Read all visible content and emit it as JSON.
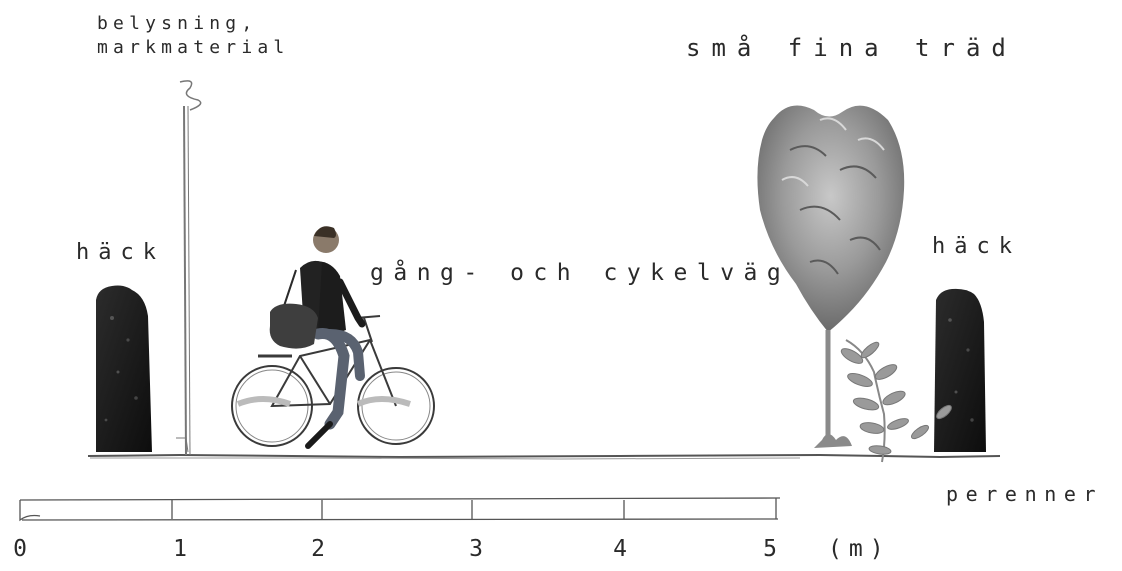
{
  "labels": {
    "lighting": [
      "belysning,",
      "markmaterial"
    ],
    "small_trees": "små fina träd",
    "hedge_left": "häck",
    "hedge_right": "häck",
    "path": "gång- och cykelväg",
    "perennials": "perenner"
  },
  "scale": {
    "ticks": [
      "0",
      "1",
      "2",
      "3",
      "4",
      "5"
    ],
    "unit": "(m)"
  },
  "colors": {
    "ink": "#2a2a2a",
    "hedge": "#141414",
    "canopy": "#8e8e8e",
    "foliage": "#9a9a9a",
    "ground": "#555555"
  }
}
